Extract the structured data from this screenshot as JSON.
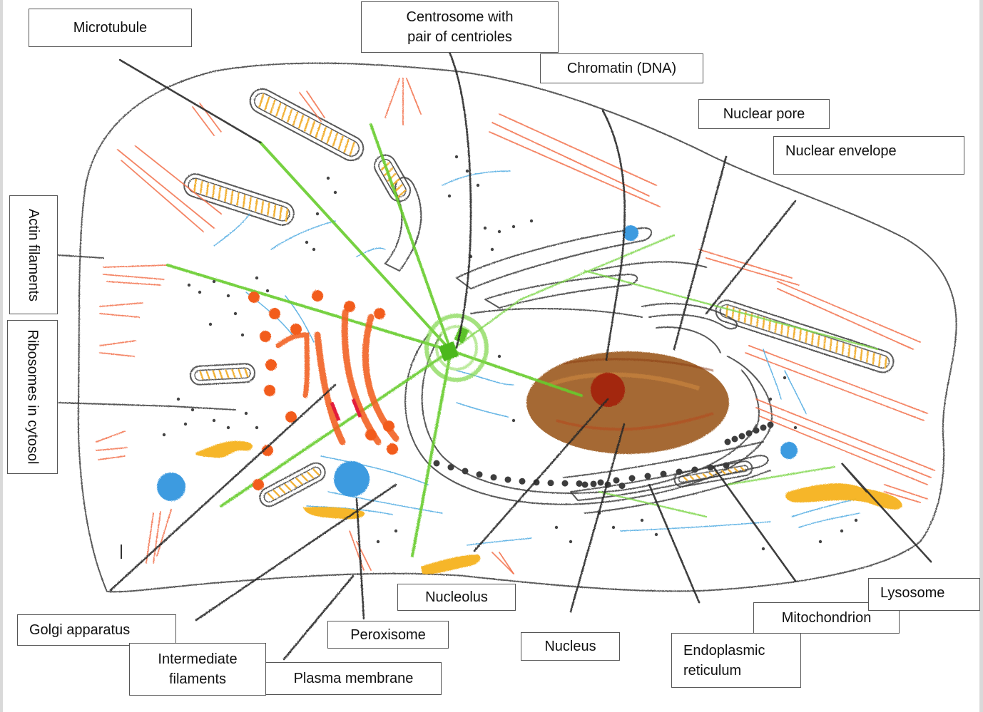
{
  "diagram": {
    "title": "Animal cell diagram with labels",
    "colors": {
      "actin_filaments": "#f2704a",
      "microtubules": "#66cc2e",
      "intermediate_filaments": "#4aa8e0",
      "golgi": "#f26322",
      "chromatin": "#9b5a1e",
      "nucleolus": "#a3230f",
      "lysosome": "#f5b21e",
      "peroxisome": "#3d9be0",
      "mitochondrion_cristae": "#f2b134",
      "outline": "#3a3a3a"
    }
  },
  "labels": {
    "microtubule": "Microtubule",
    "centrosome": "Centrosome with\npair of centrioles",
    "chromatin": "Chromatin (DNA)",
    "nuclear_pore": "Nuclear pore",
    "nuclear_envelope": "Nuclear envelope",
    "actin_filaments": "Actin filaments",
    "ribosomes": "Ribosomes in cytosol",
    "golgi": "Golgi apparatus",
    "intermediate_filaments": "Intermediate\nfilaments",
    "plasma_membrane": "Plasma membrane",
    "peroxisome": "Peroxisome",
    "nucleolus": "Nucleolus",
    "nucleus": "Nucleus",
    "endoplasmic_reticulum": "Endoplasmic\nreticulum",
    "mitochondrion": "Mitochondrion",
    "lysosome": "Lysosome"
  }
}
